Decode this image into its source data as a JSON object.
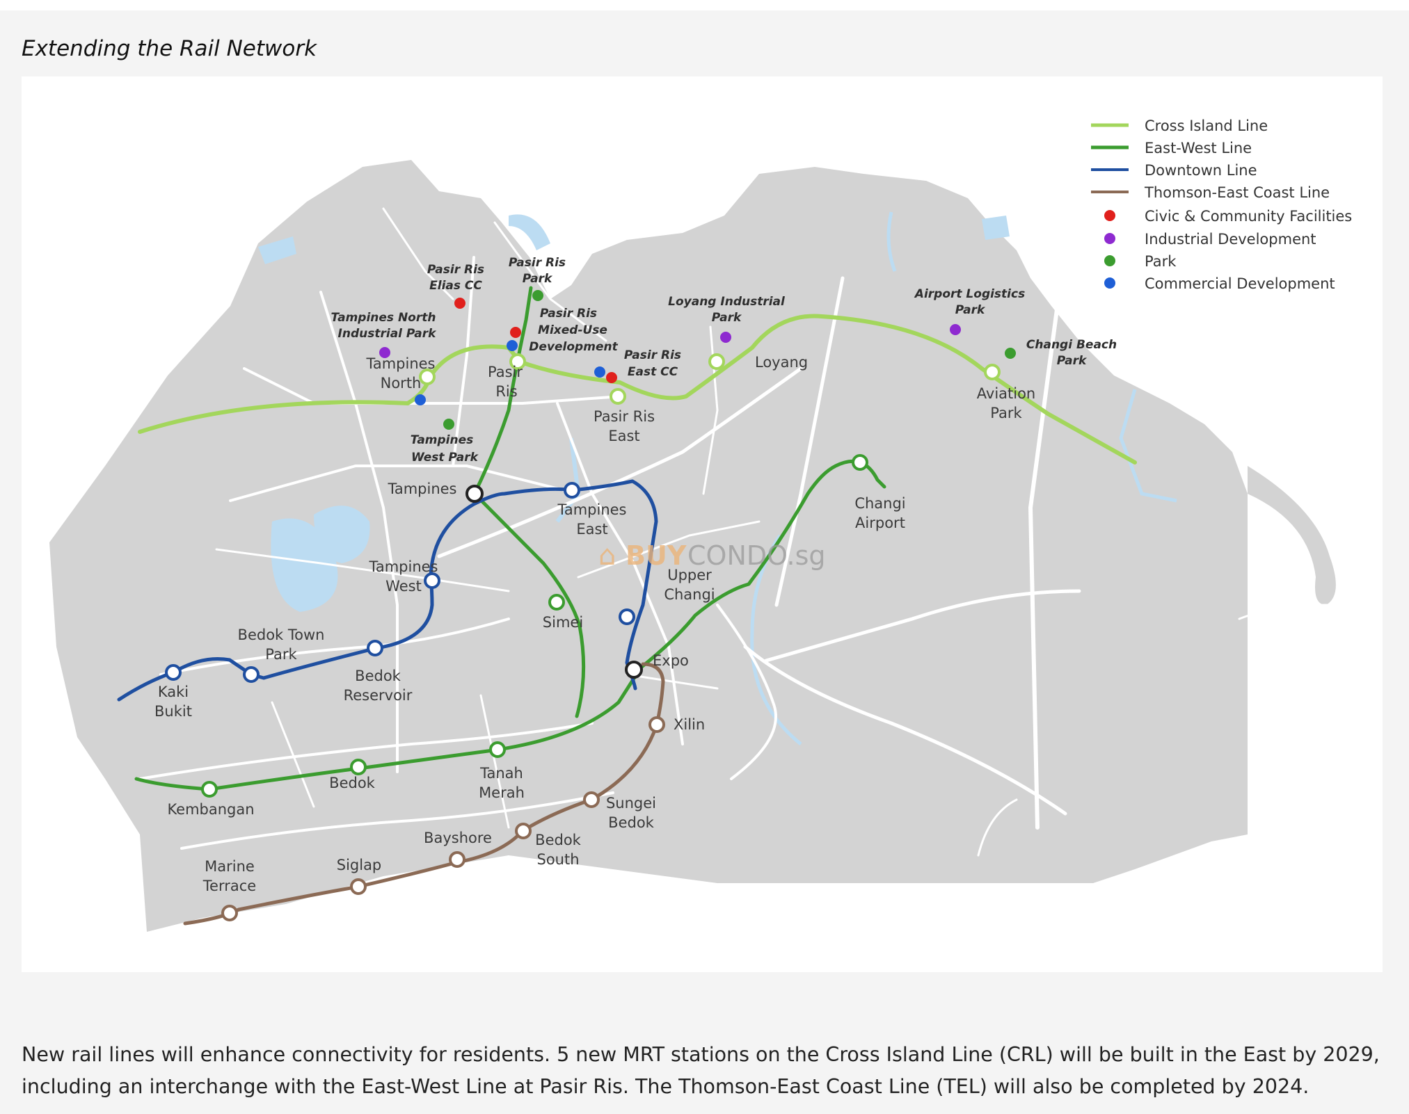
{
  "heading": "Extending the Rail Network",
  "legend": {
    "lines": [
      {
        "name": "Cross Island Line",
        "color": "#a3d65c"
      },
      {
        "name": "East-West Line",
        "color": "#3b9c2f"
      },
      {
        "name": "Downtown Line",
        "color": "#1f4fa0"
      },
      {
        "name": "Thomson-East Coast Line",
        "color": "#8b6a55"
      }
    ],
    "dots": [
      {
        "name": "Civic & Community Facilities",
        "color": "#e0201c"
      },
      {
        "name": "Industrial Development",
        "color": "#8e2ad0"
      },
      {
        "name": "Park",
        "color": "#3b9c2f"
      },
      {
        "name": "Commercial Development",
        "color": "#1e5fd6"
      }
    ]
  },
  "stations": {
    "tampines_north": [
      "Tampines",
      "North"
    ],
    "pasir_ris": [
      "Pasir",
      "Ris"
    ],
    "pasir_ris_east": [
      "Pasir Ris",
      "East"
    ],
    "loyang": [
      "Loyang"
    ],
    "aviation_park": [
      "Aviation",
      "Park"
    ],
    "tampines": [
      "Tampines"
    ],
    "tampines_east": [
      "Tampines",
      "East"
    ],
    "changi_airport": [
      "Changi",
      "Airport"
    ],
    "upper_changi": [
      "Upper",
      "Changi"
    ],
    "tampines_west": [
      "Tampines",
      "West"
    ],
    "simei": [
      "Simei"
    ],
    "bedok_town_park": [
      "Bedok Town",
      "Park"
    ],
    "expo": [
      "Expo"
    ],
    "kaki_bukit": [
      "Kaki",
      "Bukit"
    ],
    "bedok_reservoir": [
      "Bedok",
      "Reservoir"
    ],
    "xilin": [
      "Xilin"
    ],
    "tanah_merah": [
      "Tanah",
      "Merah"
    ],
    "bedok": [
      "Bedok"
    ],
    "kembangan": [
      "Kembangan"
    ],
    "sungei_bedok": [
      "Sungei",
      "Bedok"
    ],
    "bayshore": [
      "Bayshore"
    ],
    "bedok_south": [
      "Bedok",
      "South"
    ],
    "marine_terrace": [
      "Marine",
      "Terrace"
    ],
    "siglap": [
      "Siglap"
    ]
  },
  "developments": {
    "pasir_ris_elias_cc": [
      "Pasir Ris",
      "Elias CC"
    ],
    "pasir_ris_park": [
      "Pasir Ris",
      "Park"
    ],
    "tampines_north_industrial_park": [
      "Tampines North",
      "Industrial Park"
    ],
    "pasir_ris_mixed_use": [
      "Pasir Ris",
      "Mixed-Use",
      "Development"
    ],
    "loyang_industrial_park": [
      "Loyang Industrial",
      "Park"
    ],
    "airport_logistics_park": [
      "Airport Logistics",
      "Park"
    ],
    "changi_beach_park": [
      "Changi Beach",
      "Park"
    ],
    "pasir_ris_east_cc": [
      "Pasir Ris",
      "East CC"
    ],
    "tampines_west_park": [
      "Tampines",
      "West Park"
    ]
  },
  "watermark": {
    "part1": "BUY",
    "part2": "CONDO.sg"
  },
  "caption": [
    "New rail lines will enhance connectivity for residents.  5 new MRT stations on the Cross Island Line (CRL) will be built in the East by 2029,",
    "including an interchange with the East-West Line at Pasir Ris. The Thomson-East Coast Line (TEL) will also be completed by 2024."
  ]
}
